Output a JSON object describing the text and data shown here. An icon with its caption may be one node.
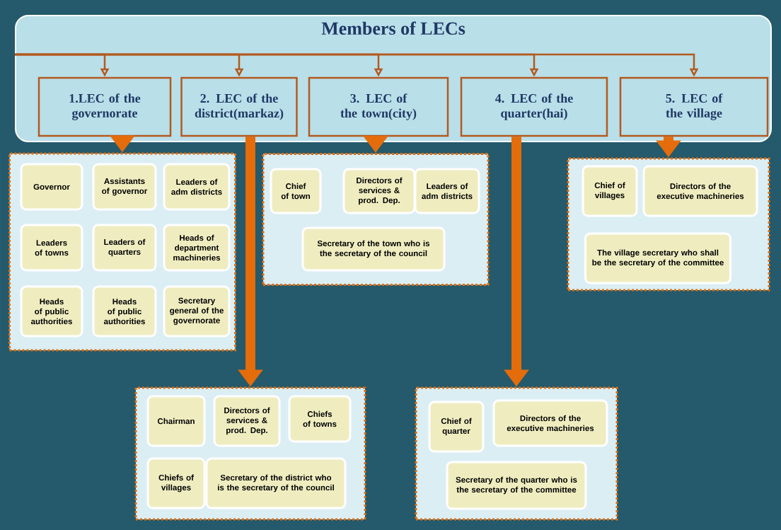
{
  "diagram": {
    "nodes": [
      {
        "text": [
          "Members of LECs"
        ]
      },
      {
        "text": [
          "1.LEC of the governorate"
        ],
        "in": 0
      },
      {
        "text": [
          "2. LEC of the district(markaz)"
        ],
        "in": 0
      },
      {
        "text": [
          "3. LEC of the town(city)"
        ],
        "in": 0
      },
      {
        "text": [
          "4. LEC of the quarter(hai)"
        ],
        "in": 0
      },
      {
        "text": [
          "5. LEC of the village"
        ],
        "in": 0
      },
      {
        "text": [],
        "shape": "box"
      },
      {
        "text": [
          "Governor"
        ],
        "in": 6
      },
      {
        "text": [
          "Assistants of governor"
        ],
        "in": 6
      },
      {
        "text": [
          "Leaders of adm districts"
        ],
        "in": 6
      },
      {
        "text": [
          "Leaders of towns"
        ],
        "in": 6
      },
      {
        "text": [
          "Leaders of quarters"
        ],
        "in": 6
      },
      {
        "text": [
          "Heads of department machineries"
        ],
        "in": 6
      },
      {
        "text": [
          "Heads of public authorities"
        ],
        "in": 6
      },
      {
        "text": [
          "Heads of public authorities"
        ],
        "in": 6
      },
      {
        "text": [
          "Secretary general of the governorate"
        ],
        "in": 6
      },
      {
        "text": [],
        "shape": "box"
      },
      {
        "text": [
          "Chief of town"
        ],
        "in": 16
      },
      {
        "text": [
          "Directors of services & prod. Dep."
        ],
        "in": 16
      },
      {
        "text": [
          "Leaders of adm districts"
        ],
        "in": 16
      },
      {
        "text": [
          "Secretary of the town who is the secretary of the council"
        ],
        "in": 16
      },
      {
        "text": [],
        "shape": "box"
      },
      {
        "text": [
          "Chief of villages"
        ],
        "in": 21
      },
      {
        "text": [
          "Directors of the executive machineries"
        ],
        "in": 21
      },
      {
        "text": [
          "The village secretary who shall be the secretary of the committee"
        ],
        "in": 21
      },
      {
        "text": [],
        "shape": "box"
      },
      {
        "text": [
          "Chairman"
        ],
        "in": 25
      },
      {
        "text": [
          "Directors of services & prod. Dep."
        ],
        "in": 25
      },
      {
        "text": [
          "Chiefs of towns"
        ],
        "in": 25
      },
      {
        "text": [
          "Chiefs of villages"
        ],
        "in": 25
      },
      {
        "text": [
          "Secretary of the district who is the secretary of the council"
        ],
        "in": 25
      },
      {
        "text": [],
        "shape": "box"
      },
      {
        "text": [
          "Chief of quarter"
        ],
        "in": 31
      },
      {
        "text": [
          "Directors of the executive machineries"
        ],
        "in": 31
      },
      {
        "text": [
          "Secretary of the quarter who is the secretary of the committee"
        ],
        "in": 31
      }
    ],
    "edges": [
      {
        "from": 0,
        "to": 1,
        "arrow": "to"
      },
      {
        "from": 0,
        "to": 2,
        "arrow": "to"
      },
      {
        "from": 0,
        "to": 3,
        "arrow": "to"
      },
      {
        "from": 0,
        "to": 4,
        "arrow": "to"
      },
      {
        "from": 0,
        "to": 5,
        "arrow": "to"
      },
      {
        "from": 1,
        "to": 6,
        "arrow": "to",
        "style": "thick",
        "color": "#e46c0a"
      },
      {
        "from": 2,
        "to": 25,
        "arrow": "to",
        "style": "thick",
        "color": "#e46c0a"
      },
      {
        "from": 3,
        "to": 16,
        "arrow": "to",
        "style": "thick",
        "color": "#e46c0a"
      },
      {
        "from": 4,
        "to": 31,
        "arrow": "to",
        "style": "thick",
        "color": "#e46c0a"
      },
      {
        "from": 5,
        "to": 21,
        "arrow": "to",
        "style": "thick",
        "color": "#e46c0a"
      }
    ]
  }
}
